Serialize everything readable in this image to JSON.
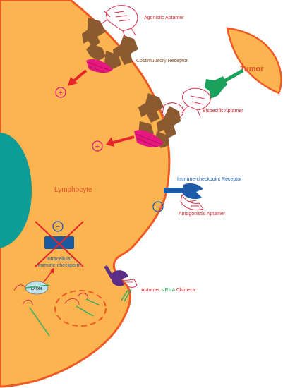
{
  "labels": {
    "agonistic_aptamer": "Agonistic Aptamer",
    "costimulatory_receptor": "Costimulatory Receptor",
    "tumor": "Tumor",
    "bispecific_aptamer": "Bispecific Aptamer",
    "immune_checkpoint_receptor": "Immune-checkpoint Receptor",
    "lymphocyte": "Lymphocyte",
    "antagonistic_aptamer": "Antagonistic Aptamer",
    "intracellular_line1": "Intracellular",
    "intracellular_line2": "immune-checkpoint",
    "dicer": "Dicer",
    "chimera_part1": "Aptamer",
    "chimera_part2": "siRNA",
    "chimera_part3": "Chimera"
  },
  "signs": {
    "plus": "+",
    "minus": "−"
  },
  "colors": {
    "cell_fill": "#fbb450",
    "cell_outline": "#ef5a24",
    "nucleus": "#0e9c96",
    "receptor_brown": "#8c5a30",
    "signal_magenta": "#e6177d",
    "arrow_red": "#e5252a",
    "tumor_green": "#1aa15a",
    "checkpoint_blue": "#1d5aa8",
    "intracellular_blue": "#1a5aa0",
    "chimera_purple": "#5b2d88",
    "sirna_green": "#2eaa66",
    "aptamer_red": "#d6334b"
  }
}
